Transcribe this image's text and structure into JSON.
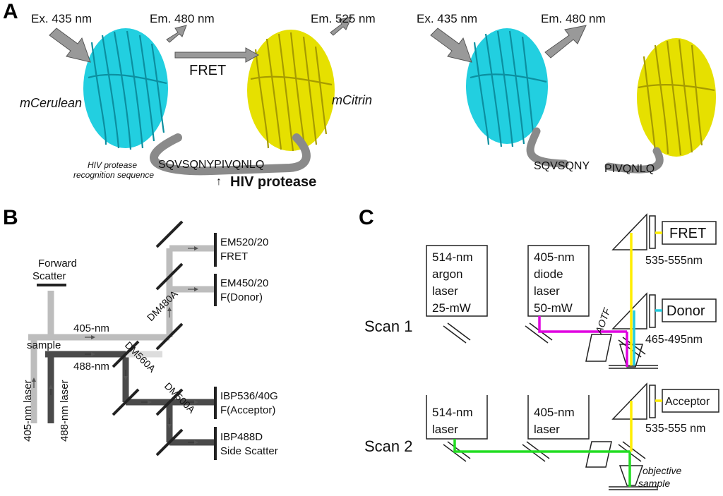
{
  "colors": {
    "cerulean": "#22cfe0",
    "citrin": "#e6e000",
    "linker": "#8a8a8a",
    "beam_light": "#bdbdbd",
    "beam_dark": "#4a4a4a",
    "magenta": "#e000e0",
    "green": "#22dd22",
    "yellow": "#ffee00",
    "cyan": "#22ccdd"
  },
  "panel_a": {
    "label": "A",
    "left": {
      "ex": "Ex. 435 nm",
      "em1": "Em. 480 nm",
      "em2": "Em. 525 nm",
      "fret": "FRET",
      "mcerulean": "mCerulean",
      "mcitrin": "mCitrin",
      "sequence": "SQVSQNYPIVQNLQ",
      "recog1": "HIV protease",
      "recog2": "recognition sequence",
      "protease_arrow": "↑",
      "protease": "HIV protease"
    },
    "right": {
      "ex": "Ex. 435 nm",
      "em": "Em. 480 nm",
      "frag1": "SQVSQNY",
      "frag2": "PIVQNLQ"
    }
  },
  "panel_b": {
    "label": "B",
    "forward1": "Forward",
    "forward2": "Scatter",
    "sample": "sample",
    "laser405_beam": "405-nm",
    "laser488_beam": "488-nm",
    "laser405_vert": "405-nm laser",
    "laser488_vert": "488-nm laser",
    "dm480": "DM480A",
    "dm560": "DM560A",
    "dm500": "DM500A",
    "em520_1": "EM520/20",
    "em520_2": "FRET",
    "em450_1": "EM450/20",
    "em450_2": "F(Donor)",
    "ibp536_1": "IBP536/40G",
    "ibp536_2": "F(Acceptor)",
    "ibp488_1": "IBP488D",
    "ibp488_2": "Side Scatter"
  },
  "panel_c": {
    "label": "C",
    "scan1": "Scan 1",
    "scan2": "Scan 2",
    "box1": [
      "514-nm",
      "argon",
      "laser",
      "25-mW"
    ],
    "box2": [
      "405-nm",
      "diode",
      "laser",
      "50-mW"
    ],
    "box3": [
      "514-nm",
      "laser"
    ],
    "box4": [
      "405-nm",
      "laser"
    ],
    "aotf": "AOTF",
    "fret": "FRET",
    "donor": "Donor",
    "acceptor": "Acceptor",
    "fret_range": "535-555nm",
    "donor_range": "465-495nm",
    "acceptor_range": "535-555 nm",
    "objective": "objective",
    "sample": "sample"
  }
}
